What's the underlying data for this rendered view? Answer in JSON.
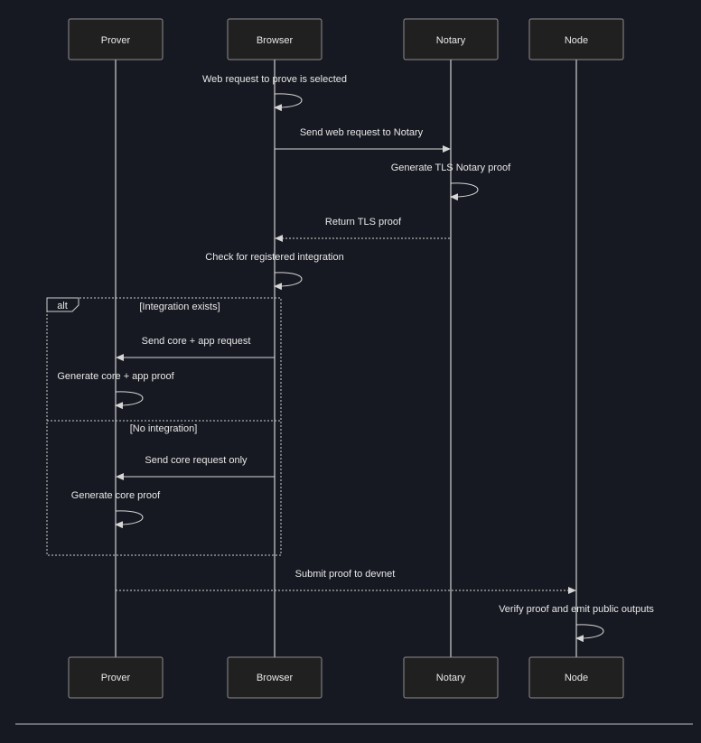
{
  "participants": [
    {
      "id": "prover",
      "label": "Prover"
    },
    {
      "id": "browser",
      "label": "Browser"
    },
    {
      "id": "notary",
      "label": "Notary"
    },
    {
      "id": "node",
      "label": "Node"
    }
  ],
  "messages": [
    {
      "id": "m1",
      "from": "browser",
      "to": "browser",
      "label": "Web request to prove is selected",
      "style": "solid"
    },
    {
      "id": "m2",
      "from": "browser",
      "to": "notary",
      "label": "Send web request to Notary",
      "style": "solid"
    },
    {
      "id": "m3",
      "from": "notary",
      "to": "notary",
      "label": "Generate TLS Notary proof",
      "style": "solid"
    },
    {
      "id": "m4",
      "from": "notary",
      "to": "browser",
      "label": "Return TLS proof",
      "style": "dotted"
    },
    {
      "id": "m5",
      "from": "browser",
      "to": "browser",
      "label": "Check for registered integration",
      "style": "solid"
    },
    {
      "id": "m6",
      "from": "browser",
      "to": "prover",
      "label": "Send core + app request",
      "style": "solid"
    },
    {
      "id": "m7",
      "from": "prover",
      "to": "prover",
      "label": "Generate core + app proof",
      "style": "solid"
    },
    {
      "id": "m8",
      "from": "browser",
      "to": "prover",
      "label": "Send core request only",
      "style": "solid"
    },
    {
      "id": "m9",
      "from": "prover",
      "to": "prover",
      "label": "Generate core proof",
      "style": "solid"
    },
    {
      "id": "m10",
      "from": "prover",
      "to": "node",
      "label": "Submit proof to devnet",
      "style": "dotted"
    },
    {
      "id": "m11",
      "from": "node",
      "to": "node",
      "label": "Verify proof and emit public outputs",
      "style": "solid"
    }
  ],
  "alt_frame": {
    "keyword": "alt",
    "branches": [
      {
        "condition": "[Integration exists]"
      },
      {
        "condition": "[No integration]"
      }
    ]
  },
  "colors": {
    "background": "#171922",
    "box_fill": "#1f201f",
    "box_stroke": "#8d8d8d",
    "line": "#d0d0d0",
    "text": "#e8e8e8"
  }
}
